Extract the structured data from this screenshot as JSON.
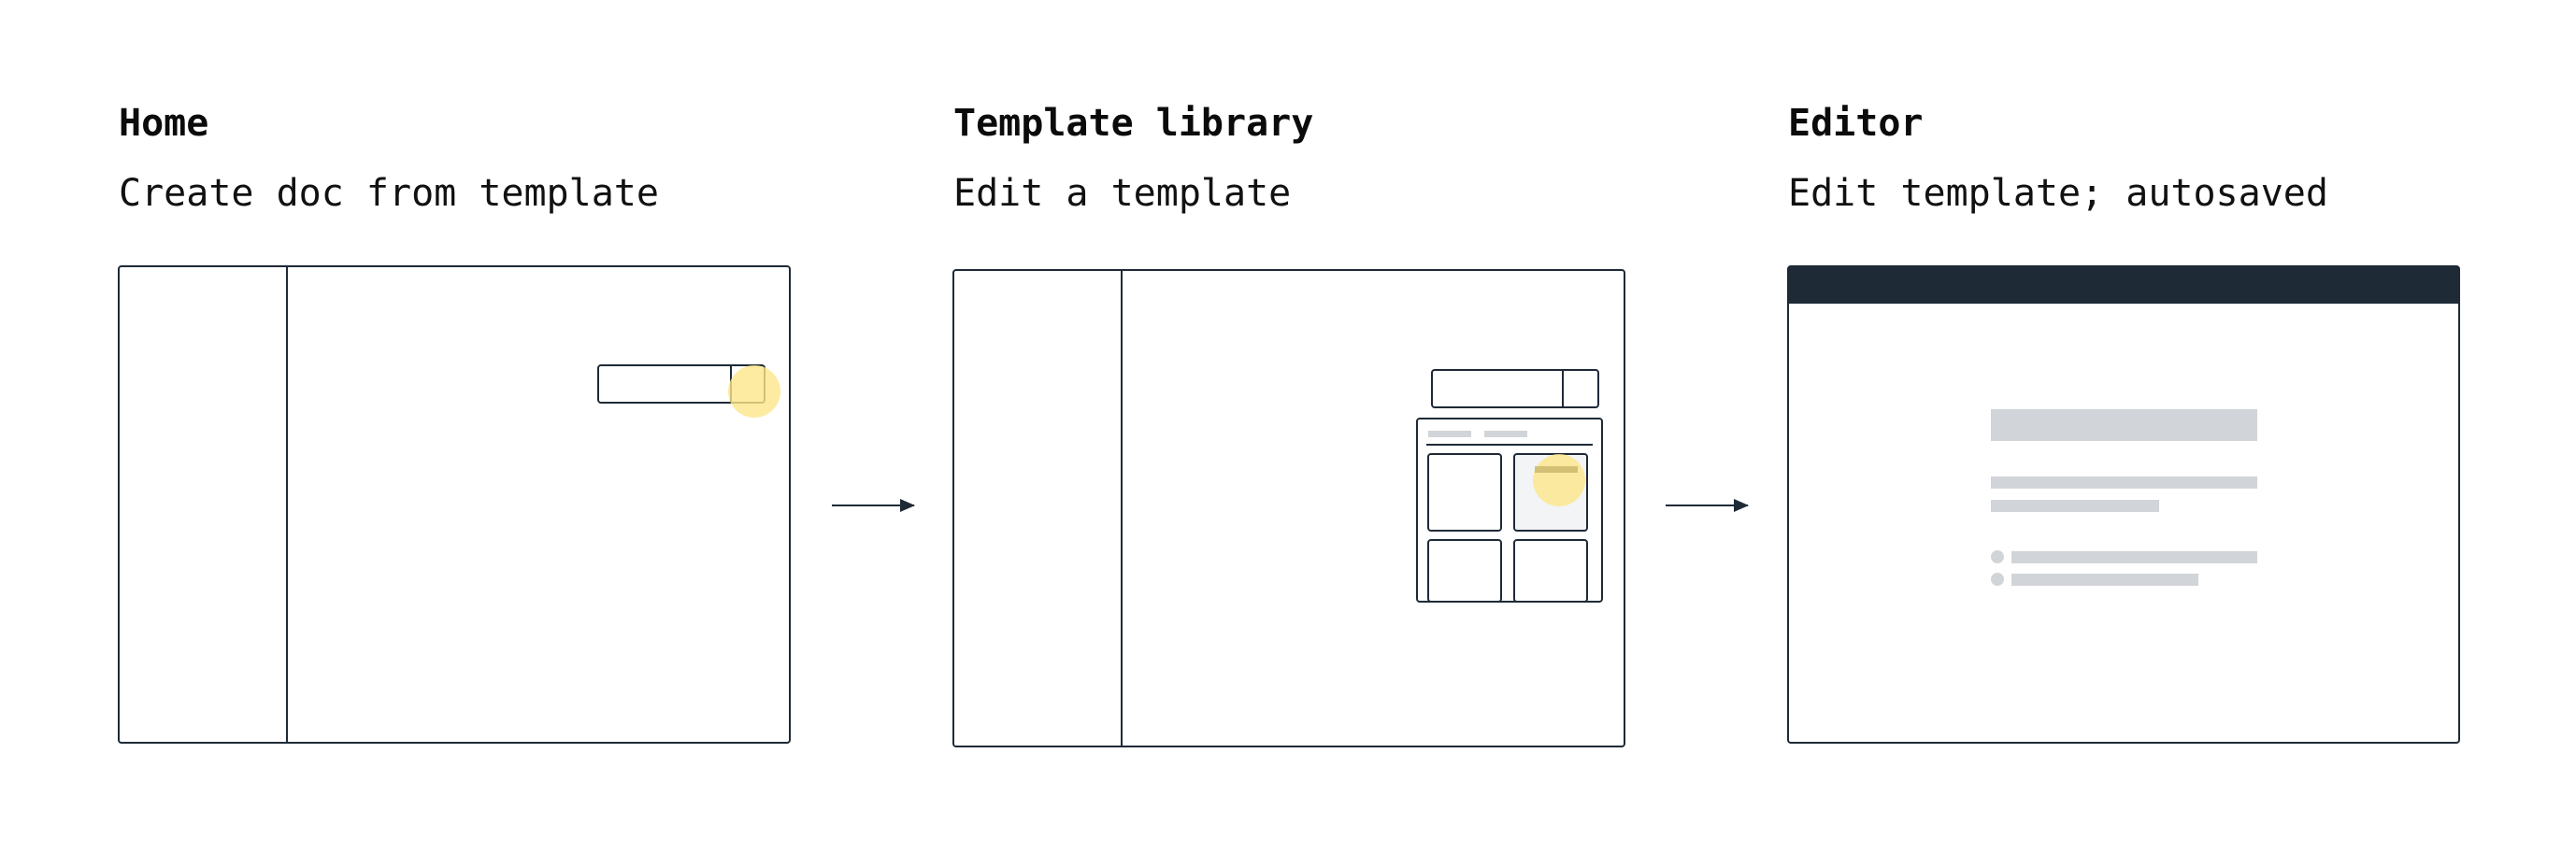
{
  "steps": [
    {
      "title": "Home",
      "subtitle": "Create doc from template"
    },
    {
      "title": "Template library",
      "subtitle": "Edit a template"
    },
    {
      "title": "Editor",
      "subtitle": "Edit template; autosaved"
    }
  ],
  "colors": {
    "stroke": "#1f2a37",
    "highlight": "#fce68a",
    "placeholder": "#d1d4d8",
    "editor_header": "#1f2a37",
    "tile_hover": "#f3f4f6"
  },
  "icons": [
    "arrow-right-icon",
    "click-indicator-icon"
  ]
}
